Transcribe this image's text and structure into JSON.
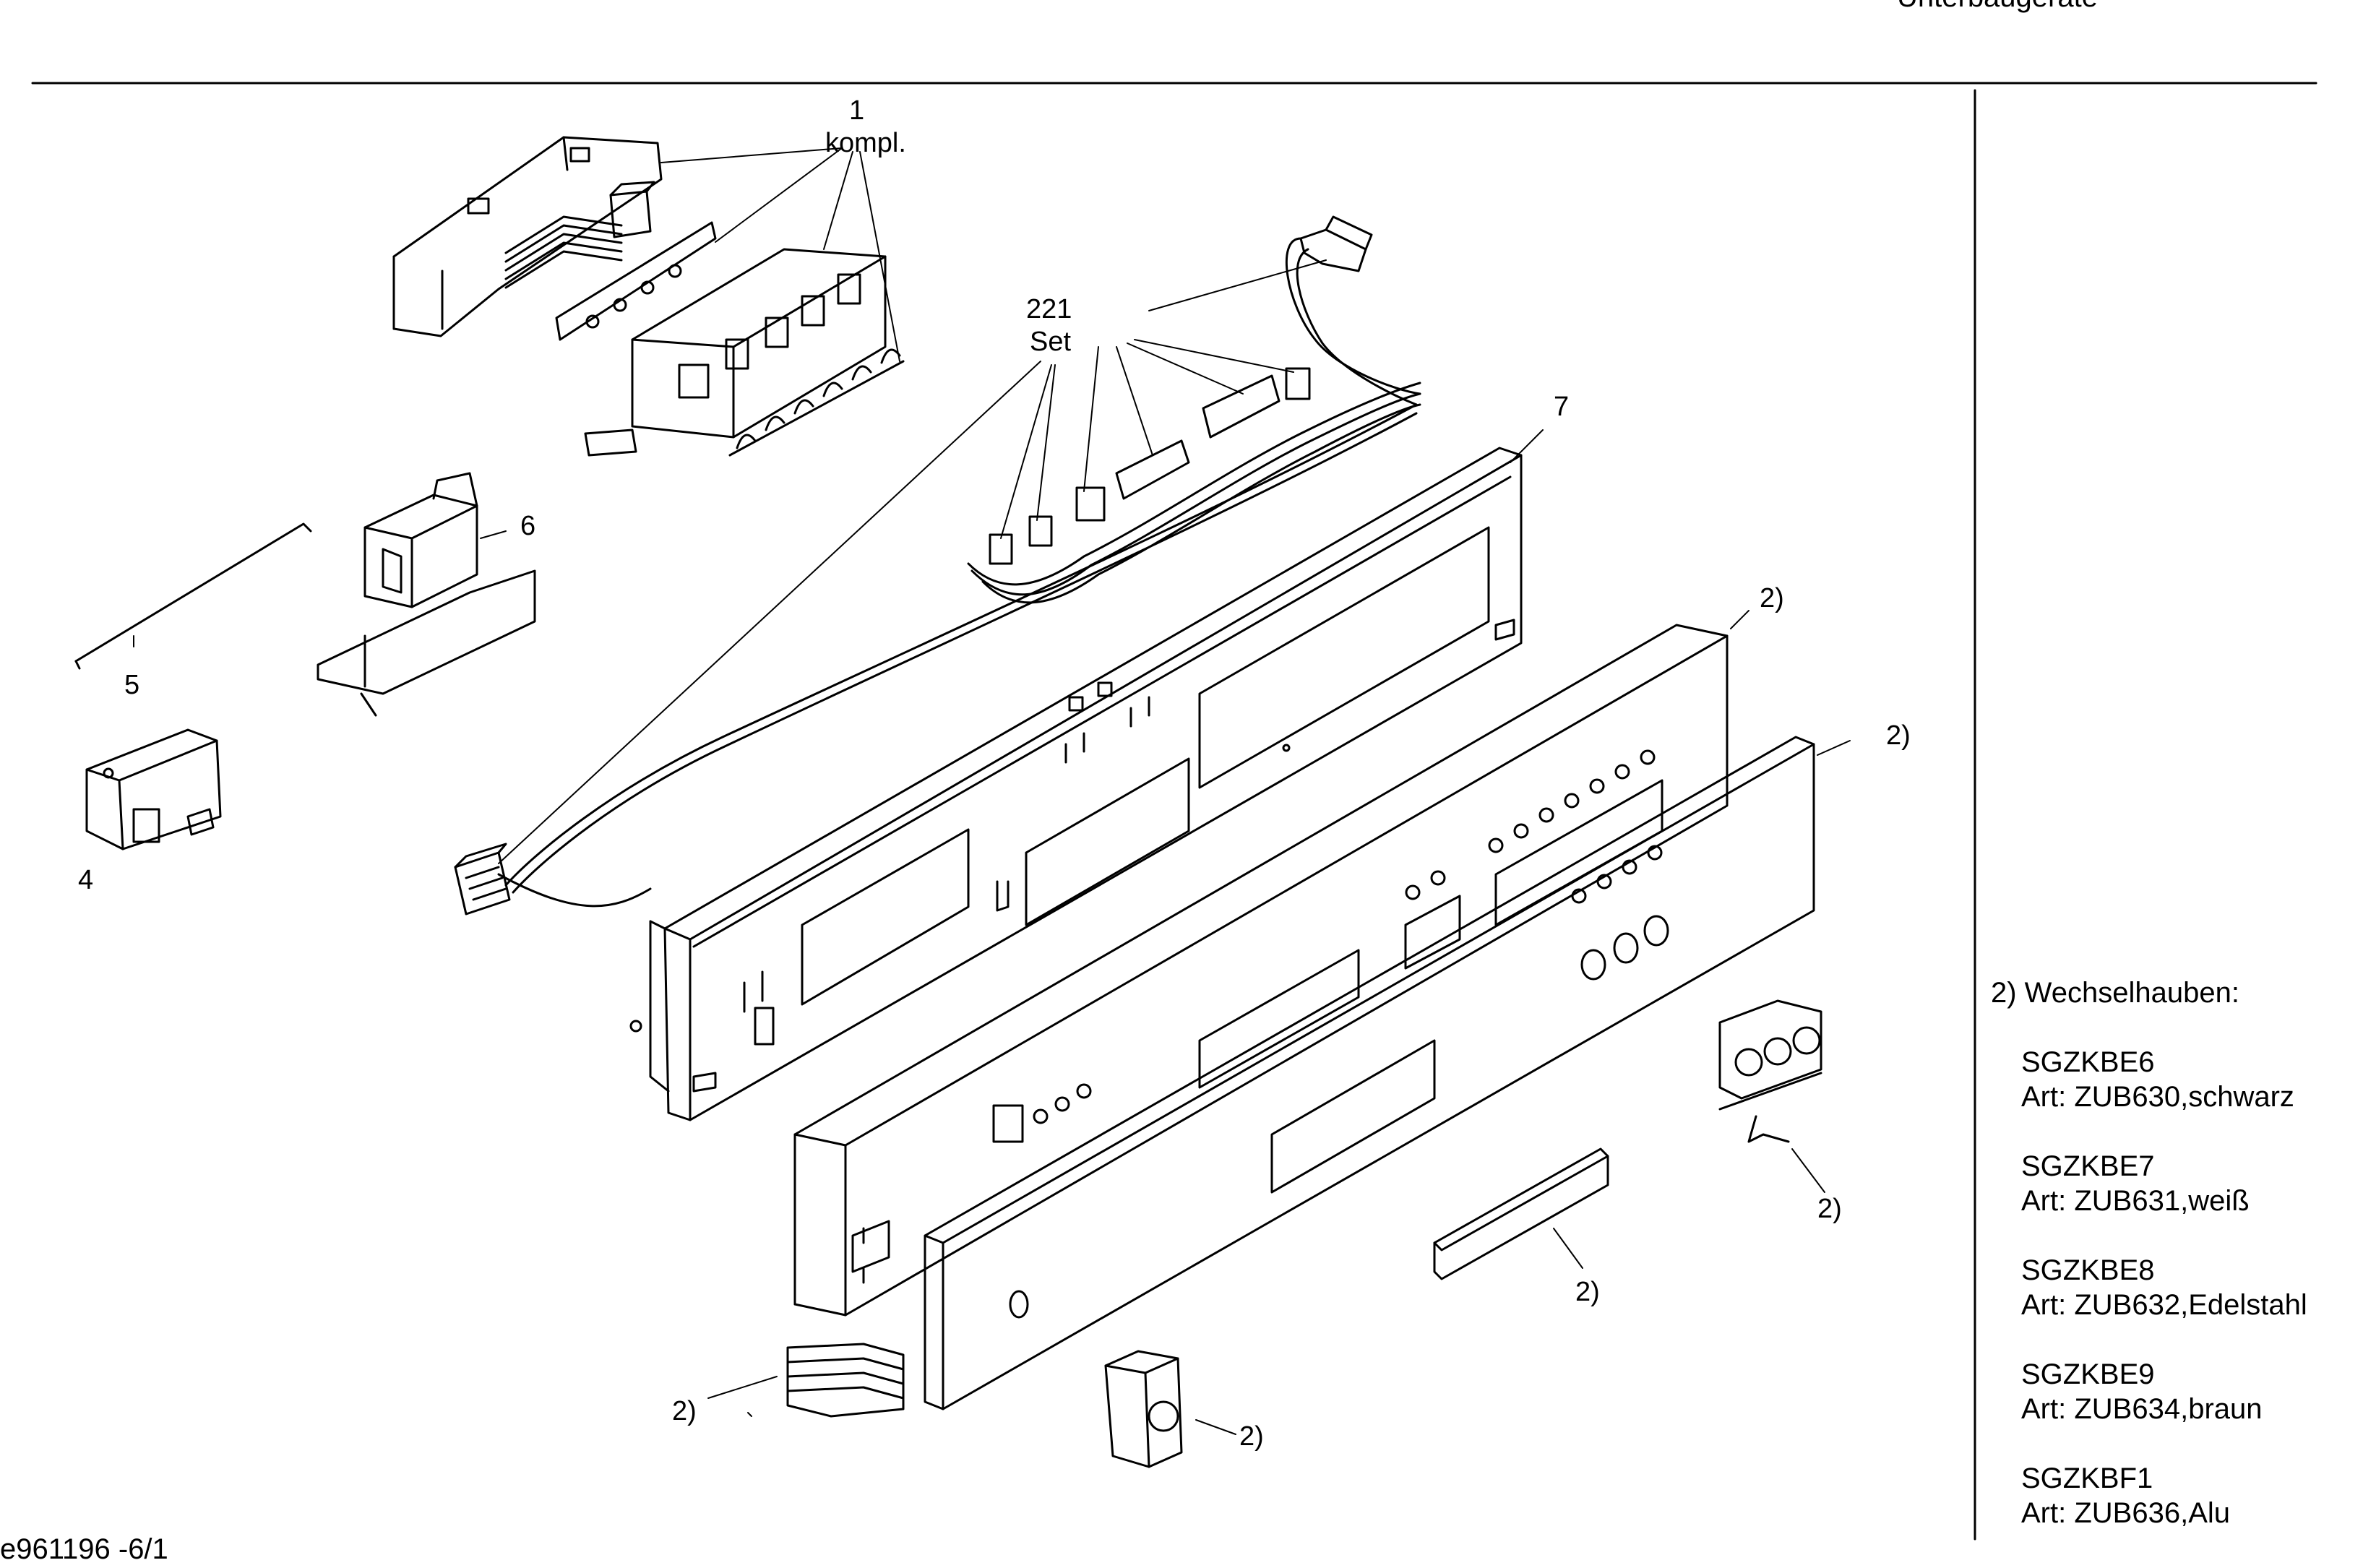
{
  "header": {
    "cut_text": "Unterbaugeräte"
  },
  "callouts": {
    "part_1": "1",
    "part_1_note": "kompl.",
    "part_221": "221",
    "part_221_note": "Set",
    "part_7": "7",
    "part_6": "6",
    "part_5": "5",
    "part_4": "4",
    "note_2": "2)"
  },
  "legend": {
    "title": "2) Wechselhauben:",
    "entries": [
      {
        "model": "SGZKBE6",
        "article": "Art: ZUB630,schwarz"
      },
      {
        "model": "SGZKBE7",
        "article": "Art: ZUB631,weiß"
      },
      {
        "model": "SGZKBE8",
        "article": "Art: ZUB632,Edelstahl"
      },
      {
        "model": "SGZKBE9",
        "article": "Art: ZUB634,braun"
      },
      {
        "model": "SGZKBF1",
        "article": "Art: ZUB636,Alu"
      }
    ]
  },
  "footer": {
    "drawing_code": "e961196 -6/1"
  },
  "colors": {
    "ink": "#000000",
    "paper": "#ffffff"
  }
}
